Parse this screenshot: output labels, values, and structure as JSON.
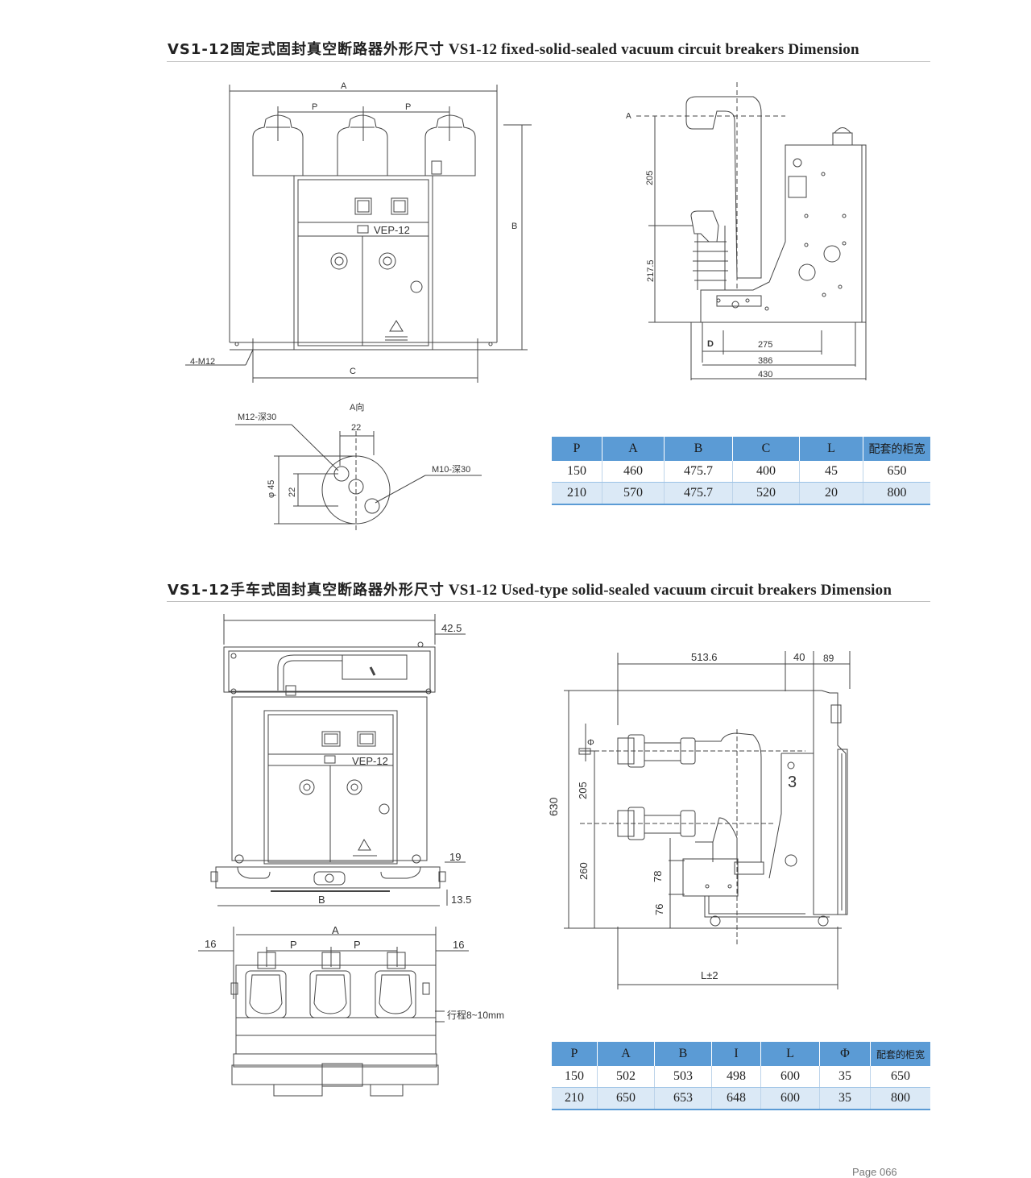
{
  "section1": {
    "title_cn": "VS1-12固定式固封真空断路器外形尺寸",
    "title_en": "VS1-12 fixed-solid-sealed vacuum circuit breakers Dimension",
    "front": {
      "A": "A",
      "P1": "P",
      "P2": "P",
      "B": "B",
      "C": "C",
      "bolt": "4-M12",
      "model": "VEP-12"
    },
    "side": {
      "A": "A",
      "d205": "205",
      "d2175": "217.5",
      "D": "D",
      "d275": "275",
      "d386": "386",
      "d430": "430"
    },
    "view": {
      "title": "A向",
      "m12": "M12-深30",
      "m10": "M10-深30",
      "d22a": "22",
      "phi45": "φ 45",
      "d22b": "22"
    },
    "table": {
      "headers": [
        "P",
        "A",
        "B",
        "C",
        "L",
        "配套的柜宽"
      ],
      "rows": [
        [
          "150",
          "460",
          "475.7",
          "400",
          "45",
          "650"
        ],
        [
          "210",
          "570",
          "475.7",
          "520",
          "20",
          "800"
        ]
      ]
    }
  },
  "section2": {
    "title_cn": "VS1-12手车式固封真空断路器外形尺寸",
    "title_en": "VS1-12 Used-type solid-sealed vacuum circuit breakers Dimension",
    "front": {
      "d425": "42.5",
      "model": "VEP-12",
      "d19": "19",
      "d135": "13.5",
      "B": "B"
    },
    "top": {
      "A": "A",
      "P1": "P",
      "P2": "P",
      "d16a": "16",
      "d16b": "16",
      "travel": "行程8~10mm"
    },
    "side": {
      "d5136": "513.6",
      "d40": "40",
      "d89": "89",
      "phi": "Φ",
      "d205": "205",
      "d630": "630",
      "d260": "260",
      "d78": "78",
      "d76": "76",
      "d3": "3",
      "L": "L±2"
    },
    "table": {
      "headers": [
        "P",
        "A",
        "B",
        "I",
        "L",
        "Φ",
        "配套的柜宽"
      ],
      "rows": [
        [
          "150",
          "502",
          "503",
          "498",
          "600",
          "35",
          "650"
        ],
        [
          "210",
          "650",
          "653",
          "648",
          "600",
          "35",
          "800"
        ]
      ]
    }
  },
  "page": "Page  066"
}
